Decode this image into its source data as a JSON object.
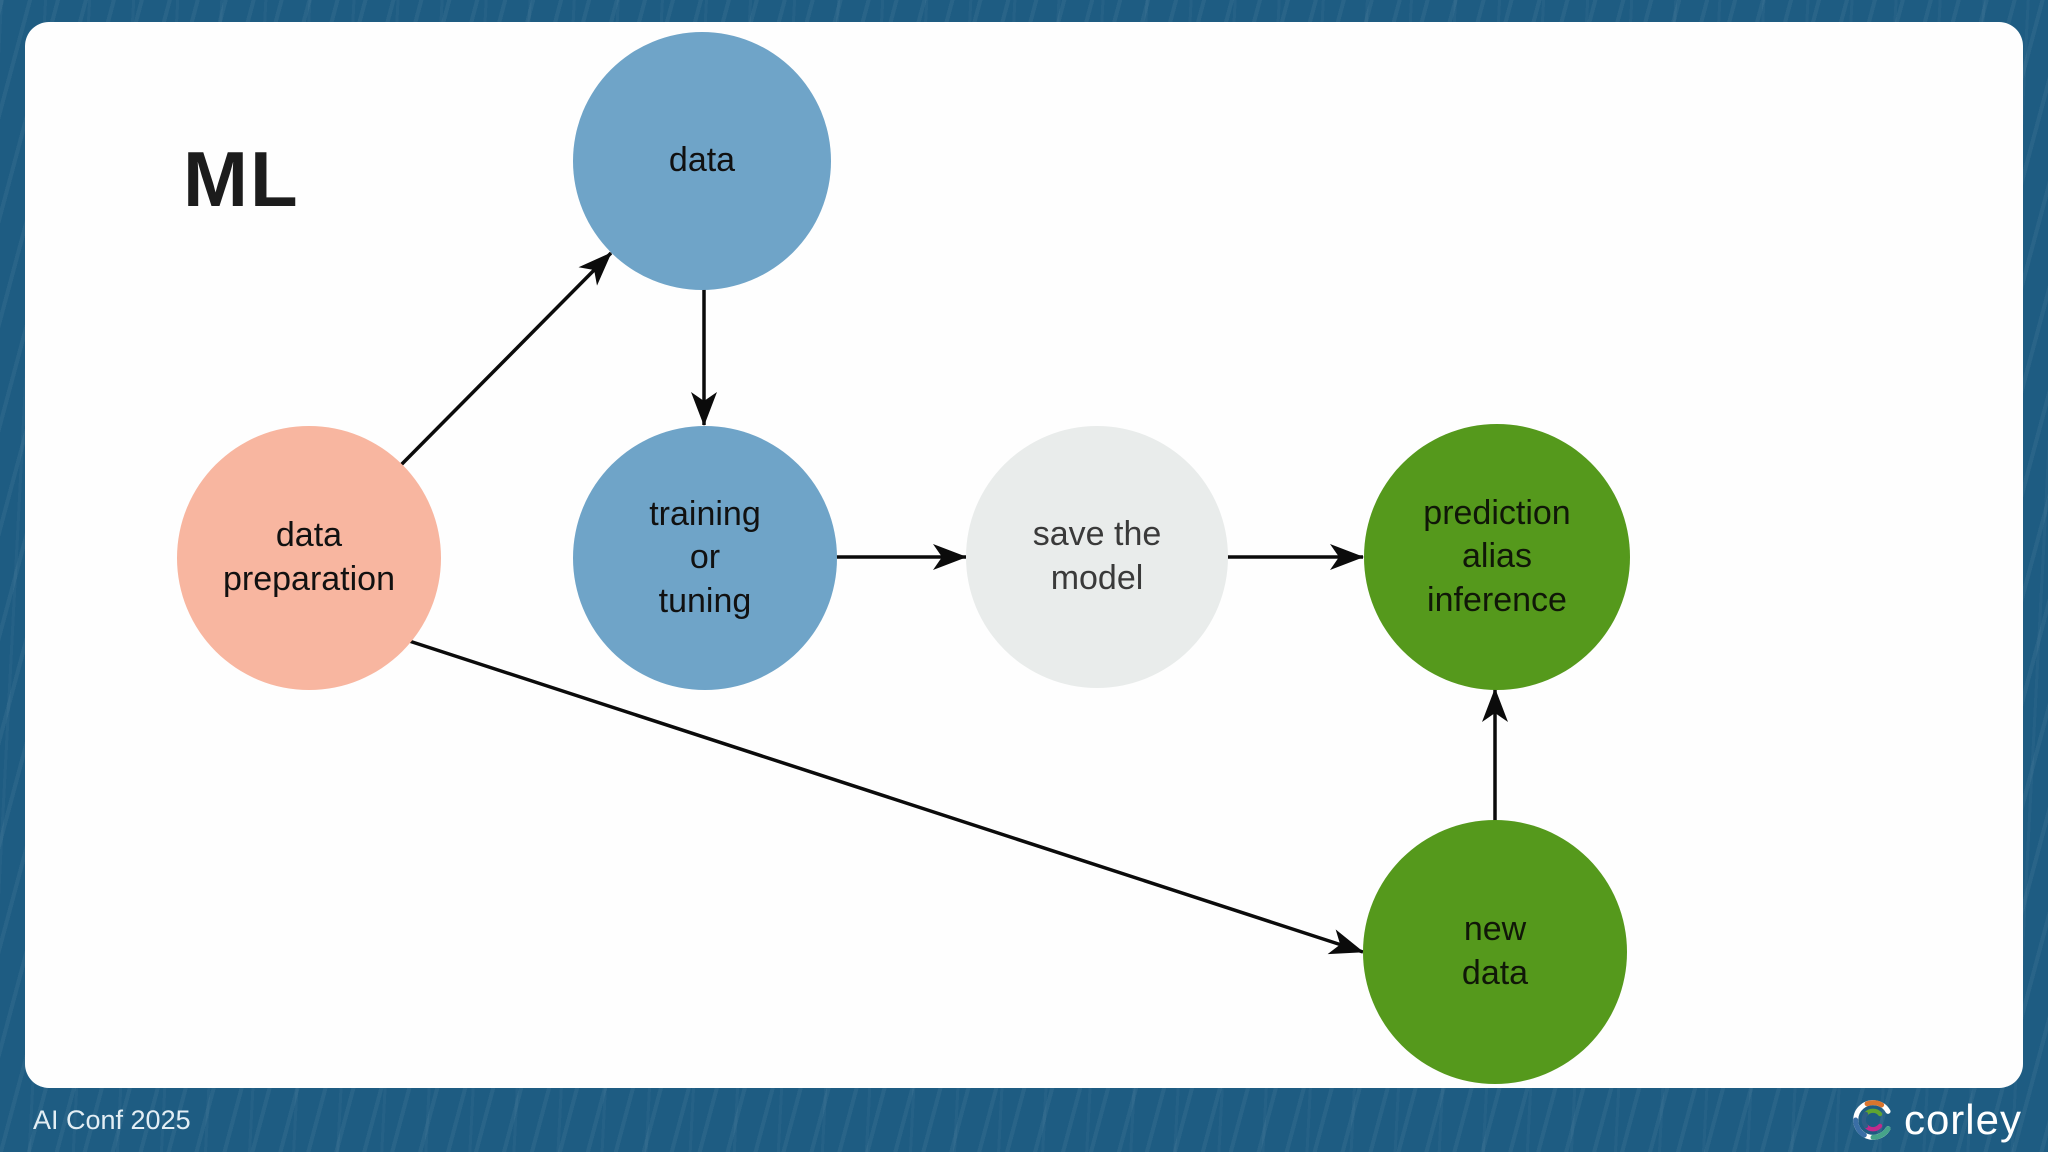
{
  "slide": {
    "title": "ML",
    "footer": {
      "conference": "AI Conf 2025",
      "brand": "corley"
    },
    "colors": {
      "frame_blue": "#1E5C82",
      "canvas_white": "#FEFEFE",
      "node_blue": "#6FA4C8",
      "node_salmon": "#F8B6A0",
      "node_gray": "#E9ECEB",
      "node_green": "#55991C",
      "arrow_black": "#0B0B0B",
      "footer_text": "#E3EEF4"
    }
  },
  "diagram": {
    "nodes": [
      {
        "id": "data",
        "label": "data",
        "color": "#6FA4C8",
        "text_color": "#111111"
      },
      {
        "id": "data-preparation",
        "label": "data\npreparation",
        "color": "#F8B6A0",
        "text_color": "#111111"
      },
      {
        "id": "training-or-tuning",
        "label": "training\nor\ntuning",
        "color": "#6FA4C8",
        "text_color": "#111111"
      },
      {
        "id": "save-the-model",
        "label": "save the\nmodel",
        "color": "#E9ECEB",
        "text_color": "#3A3A3A"
      },
      {
        "id": "prediction-alias-inference",
        "label": "prediction\nalias\ninference",
        "color": "#55991C",
        "text_color": "#101708"
      },
      {
        "id": "new-data",
        "label": "new\ndata",
        "color": "#55991C",
        "text_color": "#101708"
      }
    ],
    "edges": [
      {
        "from": "data-preparation",
        "to": "data"
      },
      {
        "from": "data",
        "to": "training-or-tuning"
      },
      {
        "from": "training-or-tuning",
        "to": "save-the-model"
      },
      {
        "from": "save-the-model",
        "to": "prediction-alias-inference"
      },
      {
        "from": "data-preparation",
        "to": "new-data"
      },
      {
        "from": "new-data",
        "to": "prediction-alias-inference"
      }
    ]
  }
}
